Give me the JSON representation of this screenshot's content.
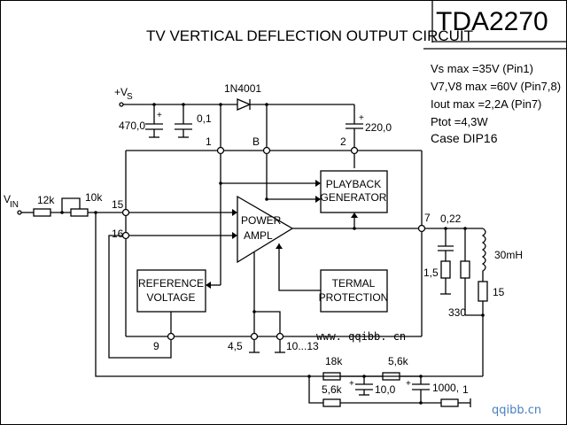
{
  "title": "TV VERTICAL DEFLECTION OUTPUT CIRCUIT",
  "part_number": "TDA2270",
  "specs": [
    "Vs max    =35V (Pin1)",
    "V7,V8 max =60V (Pin7,8)",
    "Iout max    =2,2A (Pin7)",
    "Ptot   =4,3W",
    "Case  DIP16"
  ],
  "labels": {
    "vs": "+V",
    "vs_sub": "S",
    "vin": "V",
    "vin_sub": "IN",
    "diode": "1N4001",
    "c_470": "470,0",
    "c_01": "0,1",
    "c_220": "220,0",
    "r_12k": "12k",
    "pot_10k": "10k",
    "c_022": "0,22",
    "r_15": "1,5",
    "r_330": "330",
    "l_30mh": "30mH",
    "r_15ohm": "15",
    "r_18k": "18k",
    "r_56k_top": "5,6k",
    "r_56k_bot": "5,6k",
    "c_10": "10,0",
    "c_1000": "1000,",
    "r_1": "1"
  },
  "pins": {
    "p1": "1",
    "p8": "B",
    "p2": "2",
    "p15": "15",
    "p16": "16",
    "p7": "7",
    "p9": "9",
    "p45": "4,5",
    "p1013": "10...13"
  },
  "blocks": {
    "playback_1": "PLAYBACK",
    "playback_2": "GENERATOR",
    "power_1": "POWER",
    "power_2": "AMPL",
    "ref_1": "REFERENCE",
    "ref_2": "VOLTAGE",
    "term_1": "TERMAL",
    "term_2": "PROTECTION"
  },
  "watermarks": {
    "center": "www. qqibb. cn",
    "corner": "qqibb.cn"
  },
  "colors": {
    "line": "#000000",
    "watermark": "#4a80c0"
  }
}
